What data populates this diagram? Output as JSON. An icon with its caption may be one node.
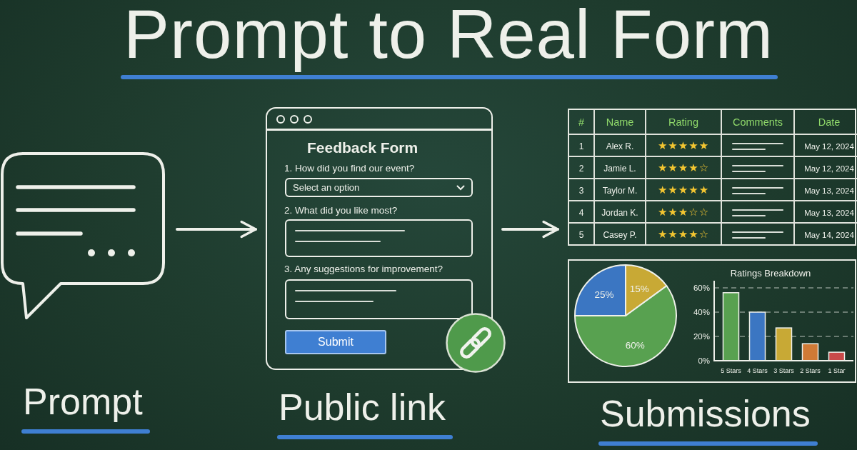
{
  "diagram": {
    "title": "Prompt to Real Form",
    "nodes": [
      {
        "text": [],
        "shape": "bubble"
      },
      {
        "text": [
          "Feedback Form",
          "1. How did you find our event?",
          "2. What did you like most?",
          "3. Any suggestions for improvement?"
        ]
      },
      {
        "text": [
          "Select an option"
        ],
        "in": 1
      },
      {
        "text": [],
        "shape": "box",
        "in": 1
      },
      {
        "text": [],
        "shape": "box",
        "in": 1
      },
      {
        "text": [
          "Submit"
        ],
        "in": 1
      },
      {
        "text": [
          "#",
          "Name",
          "Rating",
          "Comments",
          "Date",
          "1",
          "Alex R.",
          "★★★★★",
          "May 12, 2024",
          "2",
          "Jamie L.",
          "★★★★☆",
          "May 12, 2024",
          "3",
          "Taylor M.",
          "★★★★★",
          "May 13, 2024",
          "4",
          "Jordan K.",
          "★★★☆☆",
          "May 13, 2024",
          "5",
          "Casey P.",
          "★★★★☆",
          "May 14, 2024"
        ]
      }
    ],
    "edges": [
      {
        "from": 0,
        "to": 1,
        "arrow": "to"
      },
      {
        "from": 1,
        "to": 6,
        "arrow": "to"
      }
    ],
    "labels": [
      "Prompt",
      "Public link",
      "Submissions"
    ],
    "chart_data": [
      {
        "type": "pie",
        "values": [
          15,
          60,
          25
        ],
        "value_labels": [
          "15%",
          "60%",
          "25%"
        ]
      },
      {
        "type": "bar",
        "title": "Ratings Breakdown",
        "categories": [
          "5 Stars",
          "4 Stars",
          "3 Stars",
          "2 Stars",
          "1 Star"
        ],
        "values": [
          56,
          40,
          27,
          14,
          7
        ],
        "ylim": [
          0,
          60
        ],
        "yticks": [
          {
            "value": 0,
            "label": "0%"
          },
          {
            "value": 20,
            "label": "20%"
          },
          {
            "value": 40,
            "label": "40%"
          },
          {
            "value": 60,
            "label": "60%"
          }
        ]
      }
    ]
  }
}
